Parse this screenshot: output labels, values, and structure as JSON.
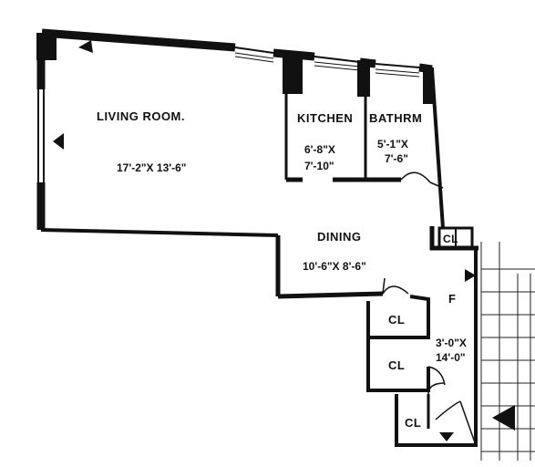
{
  "rooms": {
    "living": {
      "name": "LIVING ROOM.",
      "dim": "17'-2\"X 13'-6\""
    },
    "kitchen": {
      "name": "KITCHEN",
      "dim_line1": "6'-8\"X",
      "dim_line2": "7'-10\""
    },
    "bath": {
      "name": "BATHRM",
      "dim_line1": "5'-1\"X",
      "dim_line2": "7'-6\""
    },
    "dining": {
      "name": "DINING",
      "dim": "10'-6\"X 8'-6\""
    },
    "foyer": {
      "name": "F",
      "dim_line1": "3'-0\"X",
      "dim_line2": "14'-0\""
    },
    "closet1": {
      "name": "CL"
    },
    "closet2": {
      "name": "CL"
    },
    "closet3": {
      "name": "CL"
    },
    "closet_small": {
      "name": "CL"
    }
  },
  "colors": {
    "wall": "#111111",
    "background": "#ffffff",
    "grid": "#222222"
  },
  "icons": [
    "entry-arrow-icon",
    "window-arrow-icon",
    "door-arrow-icon"
  ]
}
